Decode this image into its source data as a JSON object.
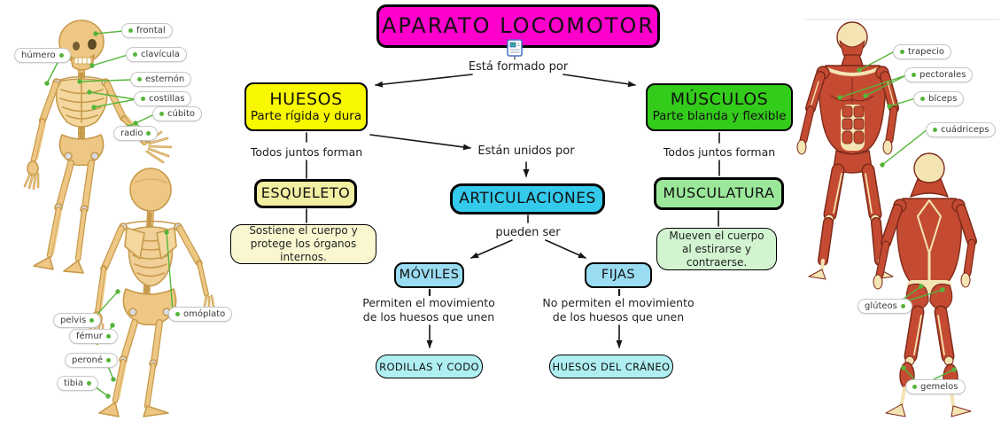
{
  "title": {
    "text": "APARATO LOCOMOTOR",
    "attachment_icon": "embedded-document-icon"
  },
  "map": {
    "formed_by": "Está formado por",
    "huesos": {
      "title": "HUESOS",
      "subtitle": "Parte rígida y dura",
      "connector": "Todos juntos forman"
    },
    "esqueleto": {
      "title": "ESQUELETO",
      "desc1": "Sostiene el cuerpo y",
      "desc2": "protege los órganos internos."
    },
    "articulaciones": {
      "intro": "Están unidos por",
      "title": "ARTICULACIONES",
      "connector": "pueden ser"
    },
    "moviles": {
      "title": "MÓVILES",
      "desc1": "Permiten el movimiento",
      "desc2": "de los huesos que unen",
      "example": "RODILLAS Y CODO"
    },
    "fijas": {
      "title": "FIJAS",
      "desc1": "No permiten el movimiento",
      "desc2": "de los huesos que unen",
      "example": "HUESOS DEL CRÁNEO"
    },
    "musculos": {
      "title": "MÚSCULOS",
      "subtitle": "Parte blanda y flexible",
      "connector": "Todos juntos forman"
    },
    "musculatura": {
      "title": "MUSCULATURA",
      "desc1": "Mueven el cuerpo",
      "desc2": "al estirarse y contraerse."
    }
  },
  "anatomy": {
    "skeleton_labels": [
      "húmero",
      "frontal",
      "clavícula",
      "esternón",
      "costillas",
      "cúbito",
      "radio",
      "pelvis",
      "fémur",
      "peroné",
      "tibia",
      "omóplato"
    ],
    "muscle_labels": [
      "trapecio",
      "pectorales",
      "bíceps",
      "cuádriceps",
      "glúteos",
      "gemelos"
    ]
  },
  "colors": {
    "title_bg": "#FF00CC",
    "huesos_bg": "#F8F800",
    "musculos_bg": "#33CC1A",
    "esqueleto_bg": "#F2EEA2",
    "articulaciones_bg": "#33CAEC",
    "musculatura_bg": "#9BE89B",
    "esqueleto_desc_bg": "#FAF7D0",
    "musculatura_desc_bg": "#D2F4D0",
    "moviles_fijas_bg": "#9ADCF2",
    "examples_bg": "#AFEFF2",
    "leader_line_green": "#55B53A",
    "bone": "#EDC783",
    "muscle_red": "#C44B32"
  }
}
